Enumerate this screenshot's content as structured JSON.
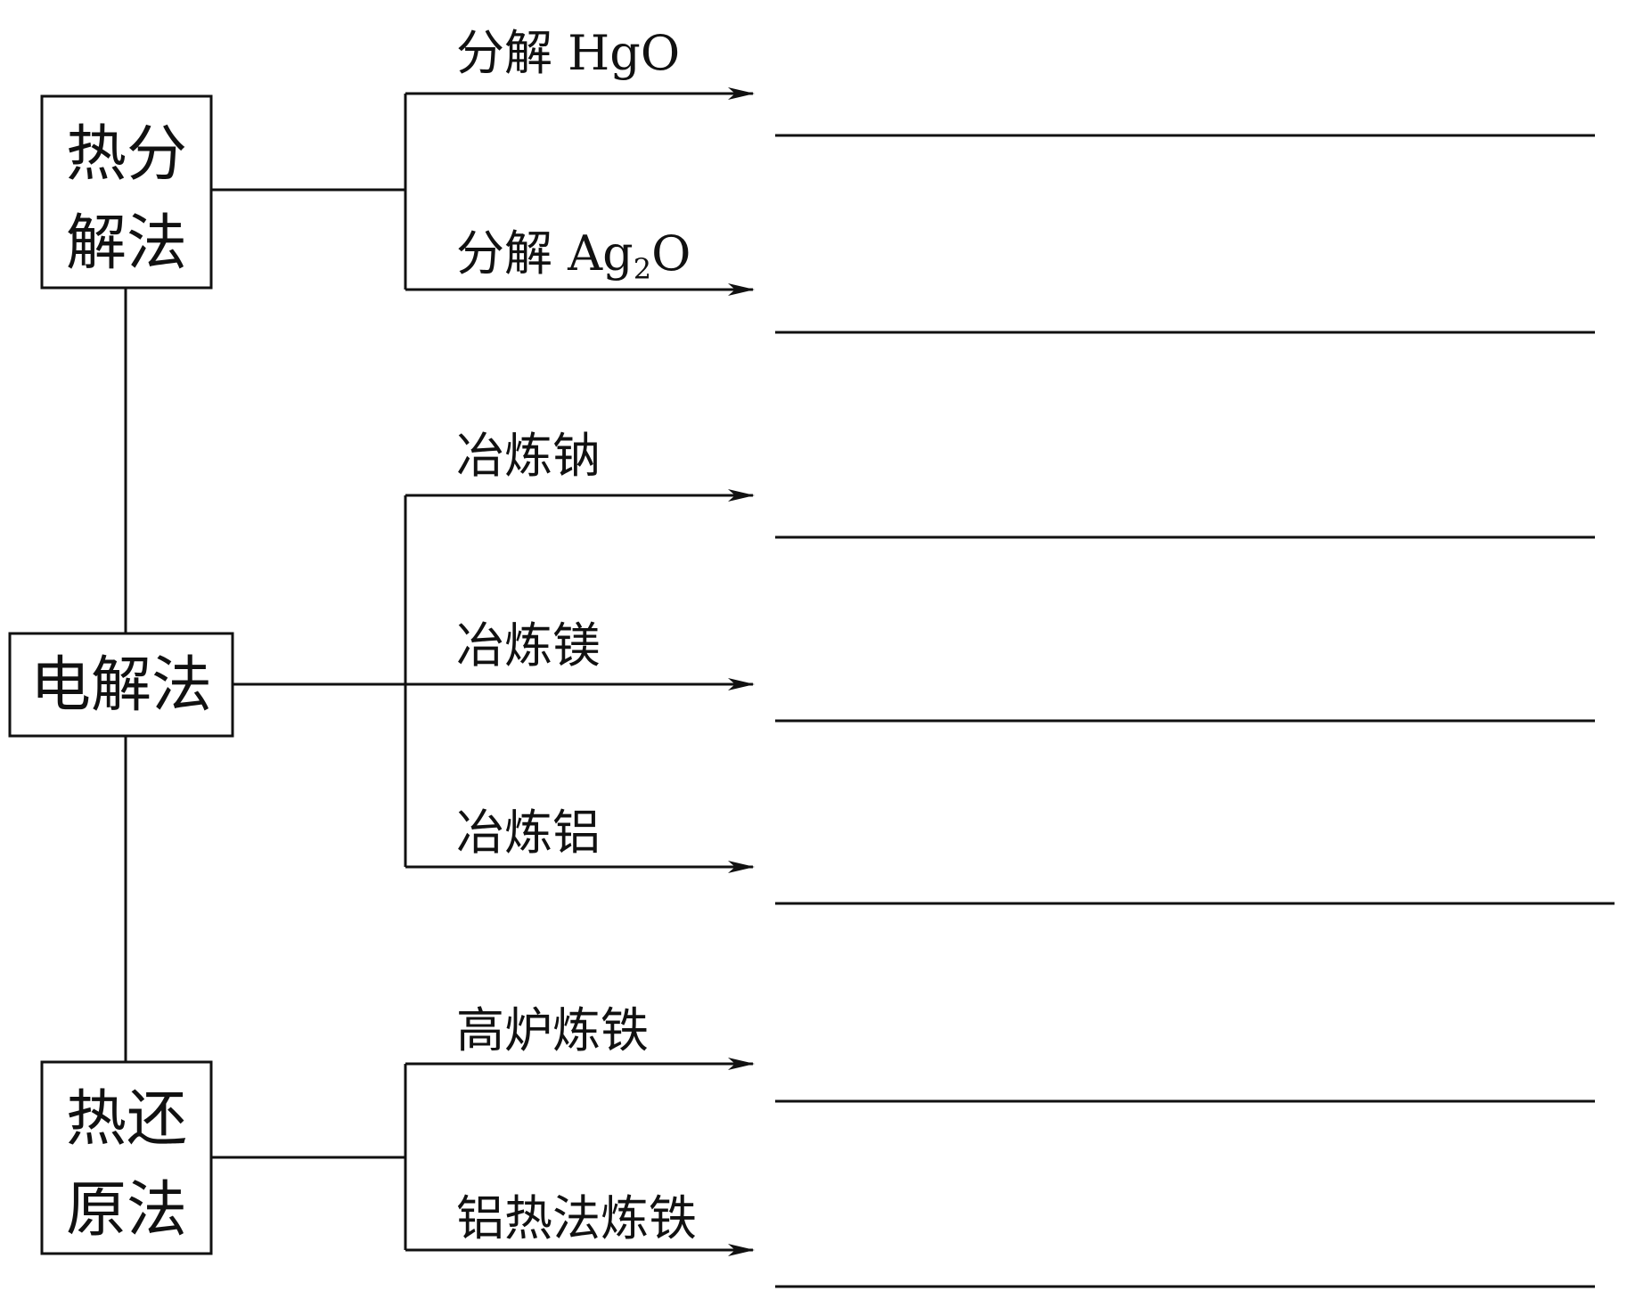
{
  "methods": {
    "thermal_decomposition": {
      "line1": "热分",
      "line2": "解法"
    },
    "electrolysis": {
      "label": "电解法"
    },
    "thermal_reduction": {
      "line1": "热还",
      "line2": "原法"
    }
  },
  "branches": {
    "hgo": {
      "prefix": "分解 ",
      "formula": "HgO"
    },
    "ag2o": {
      "prefix": "分解 ",
      "formula_main": "Ag",
      "subscript": "2",
      "formula_end": "O"
    },
    "sodium": {
      "label": "冶炼钠"
    },
    "magnesium": {
      "label": "冶炼镁"
    },
    "aluminum": {
      "label": "冶炼铝"
    },
    "blast_furnace": {
      "label": "高炉炼铁"
    },
    "thermite": {
      "label": "铝热法炼铁"
    }
  }
}
